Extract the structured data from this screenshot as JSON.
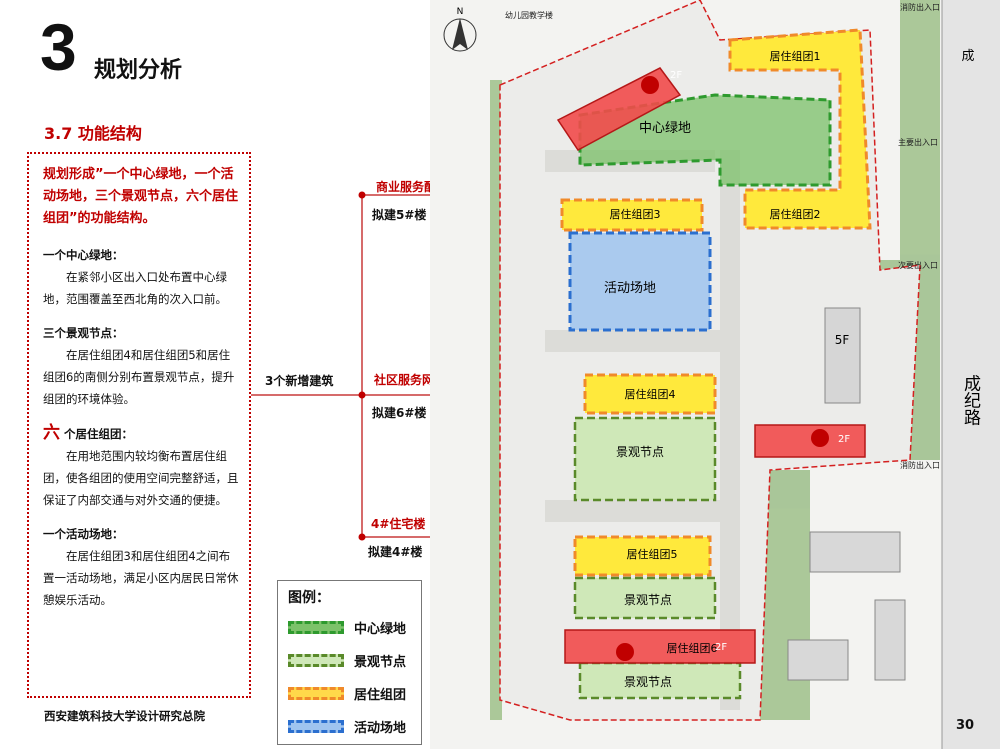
{
  "header": {
    "chapter_number": "3",
    "chapter_title": "规划分析",
    "section_title": "3.7  功能结构"
  },
  "textbox": {
    "lead": "规划形成”一个中心绿地，一个活动场地，三个景观节点，六个居住组团”的功能结构。",
    "green_heading": "一个中心绿地：",
    "green_text": "在紧邻小区出入口处布置中心绿地，范围覆盖至西北角的次入口前。",
    "nodes_heading": "三个景观节点：",
    "nodes_text": "在居住组团4和居住组团5和居住组团6的南侧分别布置景观节点，提升组团的环境体验。",
    "groups_heading_big": "六",
    "groups_heading_rest": " 个居住组团：",
    "groups_text": "在用地范围内较均衡布置居住组团，使各组团的使用空间完整舒适，且保证了内部交通与对外交通的便捷。",
    "activity_heading": "一个活动场地：",
    "activity_text": "在居住组团3和居住组团4之间布置一活动场地，满足小区内居民日常休憩娱乐活动。"
  },
  "callouts": {
    "new_buildings": "3个新增建筑",
    "commercial": "商业服务配套",
    "commercial_sub": "拟建5#楼",
    "community": "社区服务网点+住宅",
    "community_sub": "拟建6#楼",
    "residential": "4#住宅楼",
    "residential_sub": "拟建4#楼"
  },
  "plan": {
    "labels": {
      "green": "中心绿地",
      "activity": "活动场地",
      "node1": "景观节点",
      "node2": "景观节点",
      "node3": "景观节点",
      "g1": "居住组团1",
      "g2": "居住组团2",
      "g3": "居住组团3",
      "g4": "居住组团4",
      "g5": "居住组团5",
      "g6": "居住组团6",
      "fivef": "5F",
      "twof_a": "2F",
      "twof_b": "2F",
      "twof_c": "2F",
      "road": "成纪路",
      "road_top": "成",
      "north": "N",
      "entry_fire": "消防出入口",
      "entry_main": "主要出入口",
      "entry_sub": "次要出入口",
      "entry_fire2": "消防出入口",
      "kindergarten": "幼儿园教学楼"
    },
    "colors": {
      "green": "#6ab04c",
      "residential": "#ffee33",
      "activity": "#8fb8e8",
      "new_building": "#f24b4b",
      "boundary": "#d42020"
    }
  },
  "legend": {
    "title": "图例：",
    "items": [
      {
        "label": "中心绿地",
        "fill": "#7cc26a",
        "border": "#2e9a2e"
      },
      {
        "label": "景观节点",
        "fill": "#cfe8b8",
        "border": "#5a8a2a"
      },
      {
        "label": "居住组团",
        "fill": "#ffd94a",
        "border": "#f08a2a"
      },
      {
        "label": "活动场地",
        "fill": "#9fc4ef",
        "border": "#2b6fcf"
      }
    ]
  },
  "footer": {
    "org": "西安建筑科技大学设计研究总院",
    "page": "30"
  }
}
